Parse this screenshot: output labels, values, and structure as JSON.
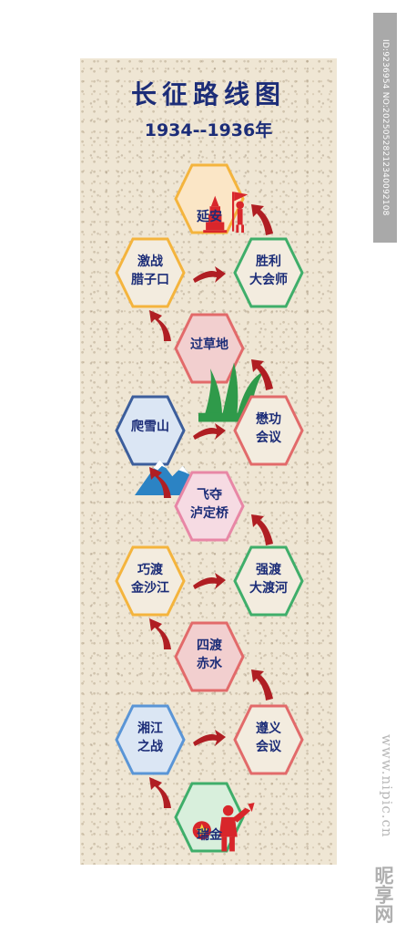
{
  "poster": {
    "title": "长征路线图",
    "subtitle": "1934--1936年",
    "nodes": {
      "yanan": {
        "line1": "延安",
        "icon": "pagoda-flag-icon",
        "color": "#f4b43d"
      },
      "lazikou": {
        "line1": "激战",
        "line2": "腊子口",
        "color": "#f4b43d"
      },
      "shengli": {
        "line1": "胜利",
        "line2": "大会师",
        "color": "#3fae6a"
      },
      "guocaodi": {
        "line1": "过草地",
        "icon": "grass-icon",
        "color": "#e26a6a"
      },
      "paxueshan": {
        "line1": "爬雪山",
        "icon": "snow-mountain-icon",
        "color": "#3c5e9c"
      },
      "maogong": {
        "line1": "懋功",
        "line2": "会议",
        "color": "#e26a6a"
      },
      "ludingqiao": {
        "line1": "飞夺",
        "line2": "泸定桥",
        "color": "#e887a6"
      },
      "jinshajiang": {
        "line1": "巧渡",
        "line2": "金沙江",
        "color": "#f4b43d"
      },
      "daduhe": {
        "line1": "强渡",
        "line2": "大渡河",
        "color": "#3fae6a"
      },
      "chishui": {
        "line1": "四渡",
        "line2": "赤水",
        "color": "#e26a6a"
      },
      "xiangjiang": {
        "line1": "湘江",
        "line2": "之战",
        "color": "#5a95d6"
      },
      "zunyi": {
        "line1": "遵义",
        "line2": "会议",
        "color": "#e26a6a"
      },
      "ruijin": {
        "line1": "瑞金",
        "icon": "bugler-star-icon",
        "color": "#3fae6a"
      }
    }
  },
  "watermark": {
    "id": "ID:9236954 NO:20250528212340092108",
    "domain": "www.nipic.cn",
    "name": "昵享网"
  },
  "colors": {
    "title": "#1c2d78",
    "arrow": "#b01e23",
    "background": "#efe6d4"
  }
}
